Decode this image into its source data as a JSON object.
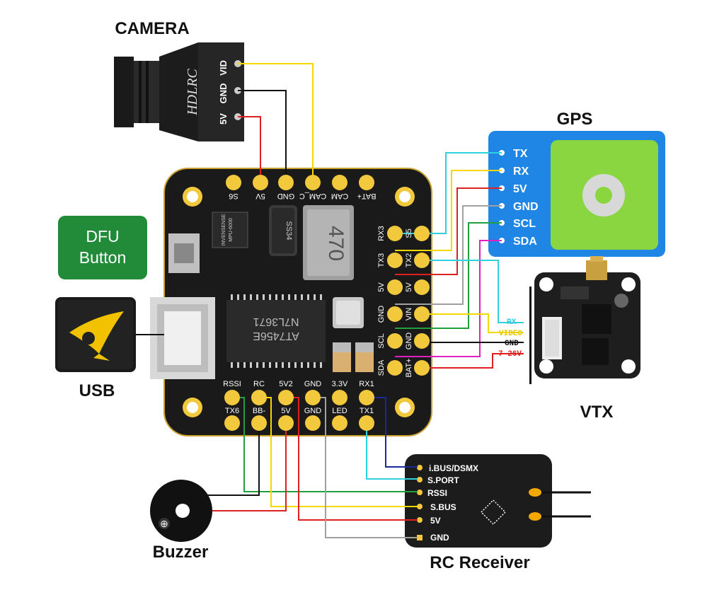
{
  "labels": {
    "camera": "CAMERA",
    "gps": "GPS",
    "dfu": [
      "DFU",
      "Button"
    ],
    "usb": "USB",
    "vtx": "VTX",
    "buzzer": "Buzzer",
    "rc_receiver": "RC Receiver"
  },
  "camera": {
    "pins": [
      "VID",
      "GND",
      "5V"
    ],
    "logo_text": "HDLRC"
  },
  "gps": {
    "pins": [
      "TX",
      "RX",
      "5V",
      "GND",
      "SCL",
      "SDA"
    ]
  },
  "vtx": {
    "pins": [
      "RX",
      "VIDEO",
      "GND",
      "7-26V"
    ]
  },
  "fc": {
    "top_pads": [
      "S6",
      "5V",
      "GND",
      "CAM_C",
      "CAM",
      "BAT+"
    ],
    "right_left_pads": [
      "RX3",
      "TX3",
      "5V",
      "GND",
      "SCL",
      "SDA"
    ],
    "right_right_pads": [
      "S5",
      "TX2",
      "5V",
      "VIN",
      "GND",
      "BAT+"
    ],
    "bottom_top_pads": [
      "RSSI",
      "RC",
      "5V2",
      "GND",
      "3.3V",
      "RX1"
    ],
    "bottom_bottom_pads": [
      "TX6",
      "BB-",
      "5V",
      "GND",
      "LED",
      "TX1"
    ],
    "chip_text": [
      "N7L3671",
      "AT7456E"
    ],
    "inductor_text": "470",
    "diode_text": "SS34",
    "imu_text": [
      "INVENSENSE",
      "MPU-6000"
    ]
  },
  "rc_receiver": {
    "pins": [
      "i.BUS/DSMX",
      "S.PORT",
      "RSSI",
      "S.BUS",
      "5V",
      "GND"
    ]
  },
  "colors": {
    "yellow": "#f5d800",
    "black": "#111111",
    "red": "#e02020",
    "cyan": "#30d0e0",
    "green": "#22a040",
    "magenta": "#e020c0",
    "navy": "#1a2a9a",
    "gray": "#a0a0a0",
    "gps_blue": "#1f86e6",
    "gps_green": "#8ad640",
    "dfu_green": "#228b3a",
    "pad_gold": "#f2c83c",
    "vtx_label_cyan": "#30c8e0",
    "vtx_label_yellow": "#e8c800",
    "vtx_label_red": "#e02020"
  }
}
